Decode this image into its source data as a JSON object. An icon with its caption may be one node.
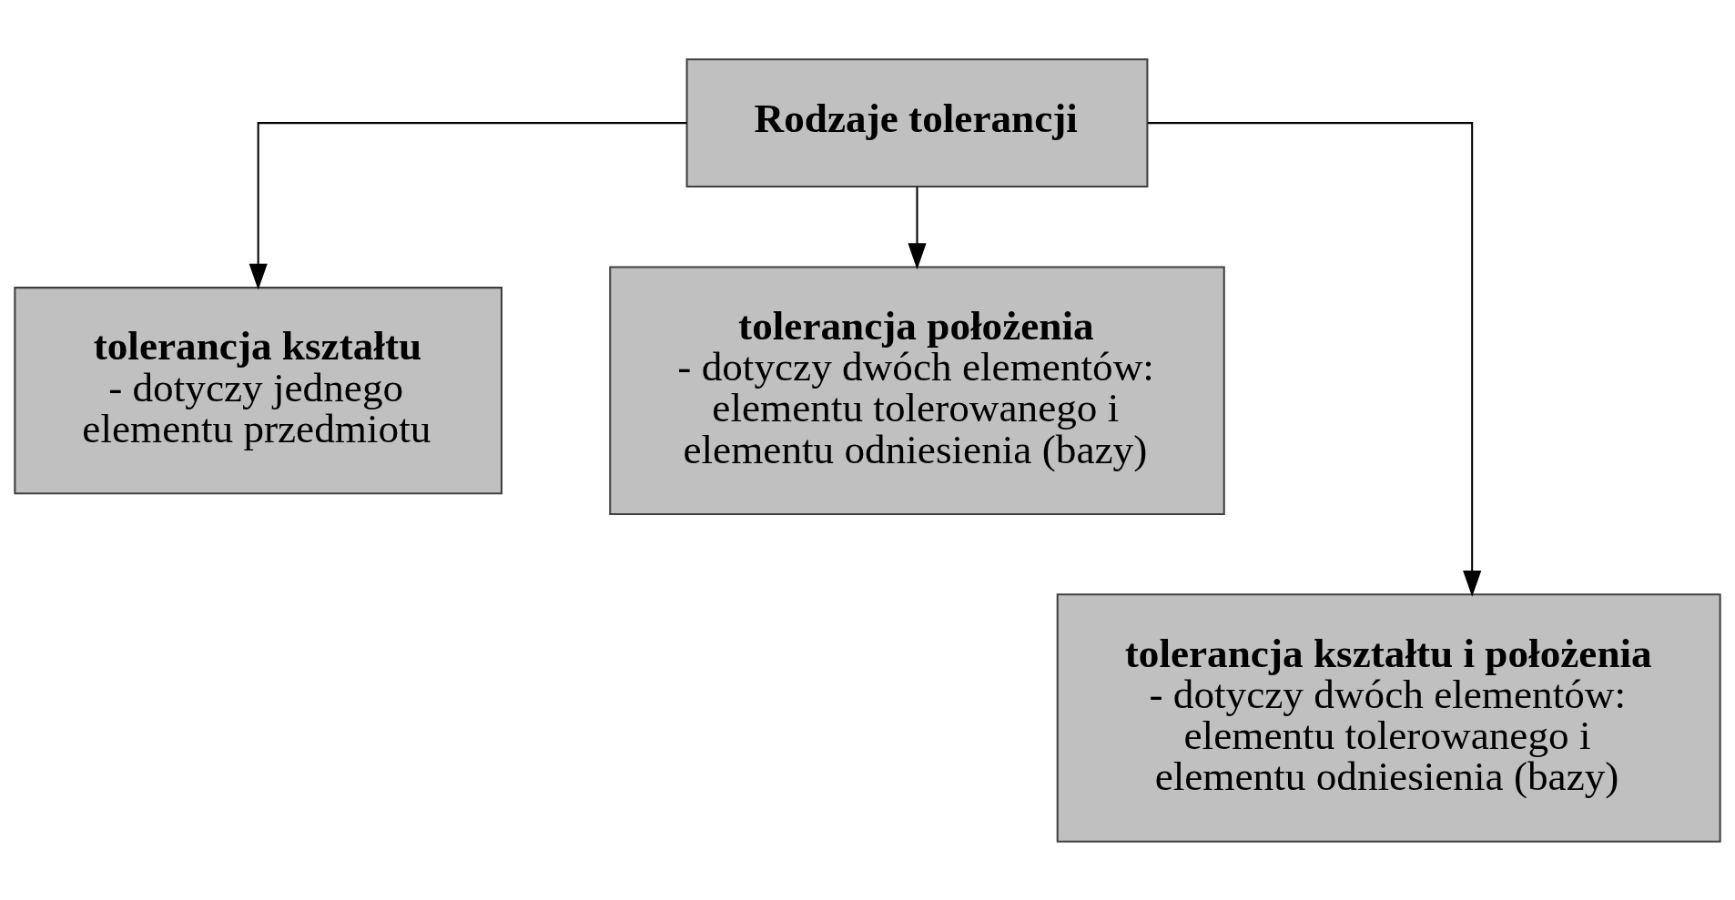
{
  "diagram": {
    "nodes": [
      {
        "text": [
          "Rodzaje tolerancji"
        ]
      },
      {
        "text": [
          "tolerancja kształtu",
          "- dotyczy jednego elementu przedmiotu"
        ]
      },
      {
        "text": [
          "tolerancja położenia",
          "- dotyczy dwóch elementów: elementu tolerowanego i elementu odniesienia (bazy)"
        ]
      },
      {
        "text": [
          "tolerancja kształtu i położenia",
          "- dotyczy dwóch elementów: elementu tolerowanego i elementu odniesienia (bazy)"
        ]
      }
    ],
    "edges": [
      {
        "from": 0,
        "to": 1,
        "arrow": "to"
      },
      {
        "from": 0,
        "to": 2,
        "arrow": "to"
      },
      {
        "from": 0,
        "to": 3,
        "arrow": "to"
      }
    ]
  }
}
